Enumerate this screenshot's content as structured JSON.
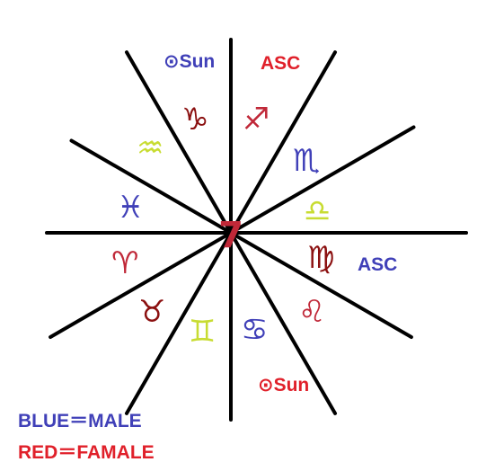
{
  "colors": {
    "male": "#4040b8",
    "female": "#e0202a",
    "dark_red": "#8b1010",
    "yellow_green": "#c8dc32",
    "line": "#000000"
  },
  "labels": {
    "sun_top": "⊙Sun",
    "asc_top": "ASC",
    "asc_right": "ASC",
    "sun_bottom": "⊙Sun",
    "legend_blue": "BLUE＝MALE",
    "legend_red": "RED＝FAMALE",
    "center_mark": "7"
  },
  "zodiac": [
    {
      "name": "capricorn-icon",
      "glyph": "♑",
      "color": "#8b1010"
    },
    {
      "name": "sagittarius-icon",
      "glyph": "♐",
      "color": "#c02838"
    },
    {
      "name": "aquarius-icon",
      "glyph": "♒",
      "color": "#c8dc32"
    },
    {
      "name": "scorpio-icon",
      "glyph": "♏",
      "color": "#4040b8"
    },
    {
      "name": "pisces-icon",
      "glyph": "♓",
      "color": "#4040b8"
    },
    {
      "name": "libra-icon",
      "glyph": "♎",
      "color": "#c8dc32"
    },
    {
      "name": "aries-icon",
      "glyph": "♈",
      "color": "#c02838"
    },
    {
      "name": "virgo-icon",
      "glyph": "♍",
      "color": "#8b1010"
    },
    {
      "name": "taurus-icon",
      "glyph": "♉",
      "color": "#8b1010"
    },
    {
      "name": "leo-icon",
      "glyph": "♌",
      "color": "#c02838"
    },
    {
      "name": "gemini-icon",
      "glyph": "♊",
      "color": "#c8dc32"
    },
    {
      "name": "cancer-icon",
      "glyph": "♋",
      "color": "#4040b8"
    }
  ]
}
